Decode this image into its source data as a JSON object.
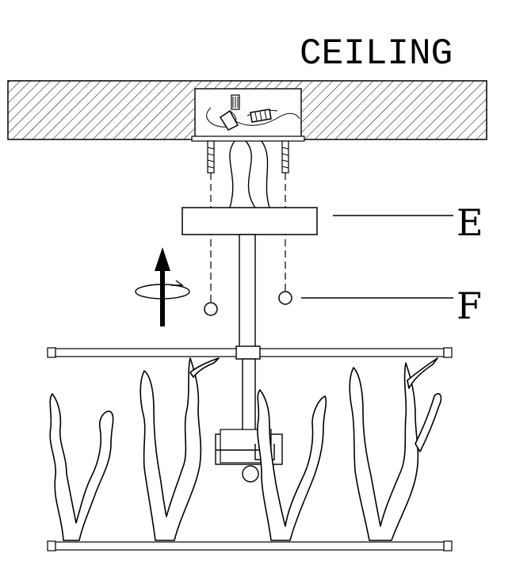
{
  "labels": {
    "ceiling": "CEILING",
    "e": "E",
    "f": "F"
  },
  "colors": {
    "stroke": "#000000",
    "background": "#ffffff"
  },
  "icons": {
    "rotation": "rotate-arrow-icon",
    "up_arrow": "up-arrow-icon"
  }
}
